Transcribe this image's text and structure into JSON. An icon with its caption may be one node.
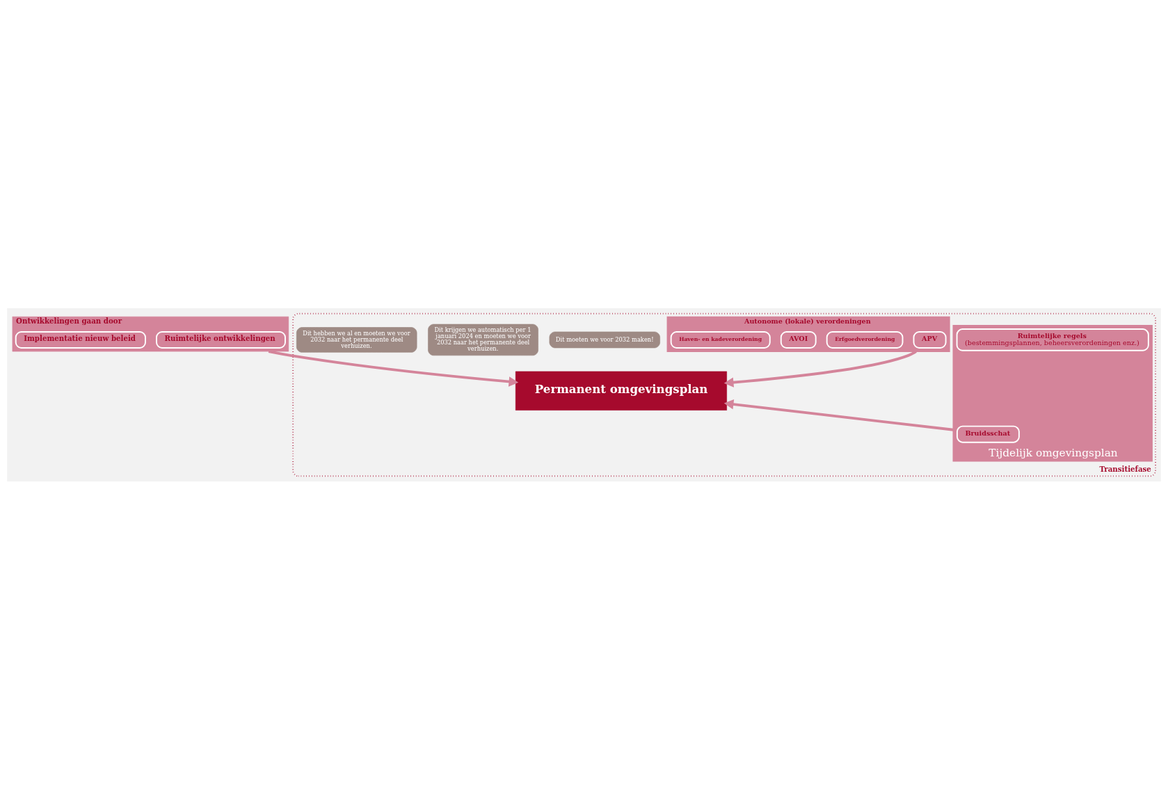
{
  "diagram": {
    "nodes": [
      {
        "text": [
          "Ontwikkelingen gaan door"
        ]
      },
      {
        "text": [
          "Ruimtelijke ontwikkelingen"
        ],
        "in": 0
      },
      {
        "text": [
          "Implementatie nieuw beleid"
        ],
        "in": 0
      },
      {
        "text": [
          "Transitiefase"
        ]
      },
      {
        "text": [
          "Permanent omgevingsplan"
        ],
        "in": 3
      },
      {
        "text": [
          "Tijdelijk omgevingsplan"
        ],
        "in": 3
      },
      {
        "text": [
          "Bruidsschat"
        ],
        "in": 5
      },
      {
        "text": [
          "Ruimtelijke regels",
          "(bestemmingsplannen, beheersverordeningen enz.)"
        ],
        "in": 5
      },
      {
        "text": [
          "Autonome (lokale) verordeningen"
        ],
        "in": 3
      },
      {
        "text": [
          "APV"
        ],
        "in": 8
      },
      {
        "text": [
          "Erfgoedverordening"
        ],
        "in": 8
      },
      {
        "text": [
          "AVOI"
        ],
        "in": 8
      },
      {
        "text": [
          "Haven- en kadeverordening"
        ],
        "in": 8
      },
      {
        "text": [
          "Dit moeten we voor 2032 maken!"
        ],
        "in": 3
      },
      {
        "text": [
          "Dit krijgen we automatisch per 1 januari 2024 en moeten we voor 2032 naar het permanente deel verhuizen."
        ],
        "in": 3
      },
      {
        "text": [
          "Dit hebben we al en moeten we voor 2032 naar het permanente deel verhuizen."
        ],
        "in": 3
      }
    ],
    "edges": [
      {
        "from": 0,
        "to": 4,
        "arrow": "to"
      },
      {
        "from": 5,
        "to": 4,
        "arrow": "to"
      },
      {
        "from": 8,
        "to": 4,
        "arrow": "to"
      }
    ]
  }
}
